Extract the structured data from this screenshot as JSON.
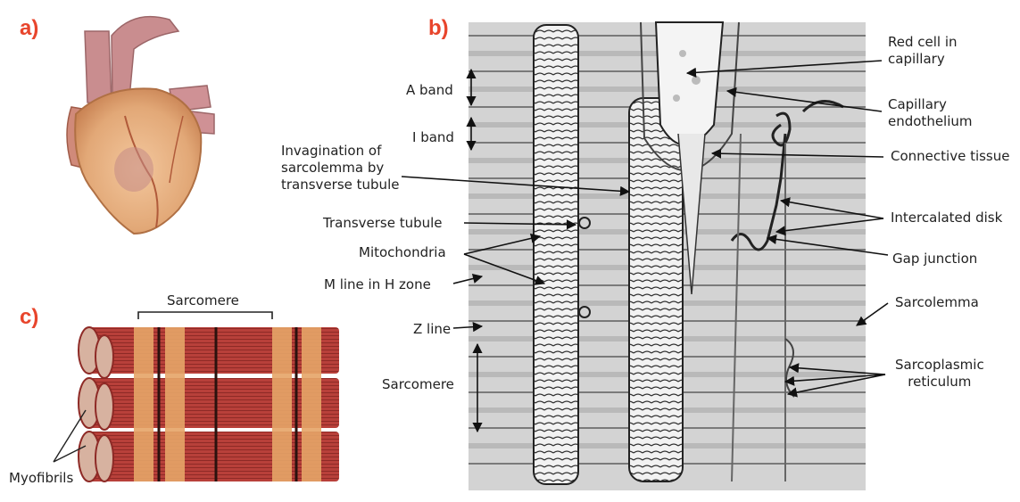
{
  "panels": {
    "a": "a)",
    "b": "b)",
    "c": "c)"
  },
  "labels_left": {
    "a_band": "A band",
    "i_band": "I band",
    "invagination": [
      "Invagination of",
      "sarcolemma by",
      "transverse tubule"
    ],
    "transverse_tubule": "Transverse tubule",
    "mitochondria": "Mitochondria",
    "m_line": "M line in H zone",
    "z_line": "Z line",
    "sarcomere": "Sarcomere"
  },
  "labels_right": {
    "red_cell": [
      "Red cell in",
      "capillary"
    ],
    "capillary_endothelium": [
      "Capillary",
      "endothelium"
    ],
    "connective_tissue": "Connective tissue",
    "intercalated_disk": "Intercalated disk",
    "gap_junction": "Gap junction",
    "sarcolemma": "Sarcolemma",
    "sarcoplasmic_reticulum": [
      "Sarcoplasmic",
      "reticulum"
    ]
  },
  "panel_c": {
    "sarcomere": "Sarcomere",
    "myofibrils": "Myofibrils"
  },
  "colors": {
    "panel_label": "#e8452c",
    "heart": "#e9b88a",
    "aorta": "#c98d8f",
    "muscle_fiber": "#b8403a",
    "band_light": "#e6a568",
    "band_dark": "#3a1a14",
    "tissue_grey": "#bdbdbd"
  }
}
